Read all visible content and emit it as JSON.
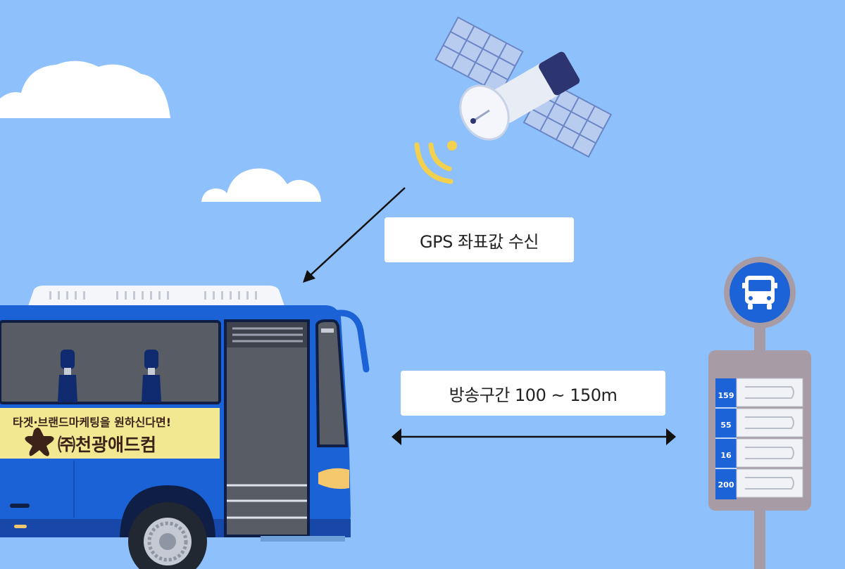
{
  "labels": {
    "gps_receive": "GPS 좌표값 수신",
    "broadcast_range": "방송구간 100 ~ 150m"
  },
  "bus_ad": {
    "tagline": "타겟·브랜드마케팅을 원하신다면!",
    "company": "㈜천광애드컴"
  },
  "bus_stop": {
    "routes": [
      "159",
      "55",
      "16",
      "200"
    ]
  },
  "icons": [
    "satellite-icon",
    "signal-icon",
    "bus-icon",
    "cloud-icon",
    "star-logo-icon"
  ],
  "colors": {
    "sky": "#8ec1fb",
    "bus_blue": "#1a62d6",
    "signal_yellow": "#f3d04d",
    "ad_banner": "#f3e892",
    "stop_sign_blue": "#1c63d8"
  }
}
